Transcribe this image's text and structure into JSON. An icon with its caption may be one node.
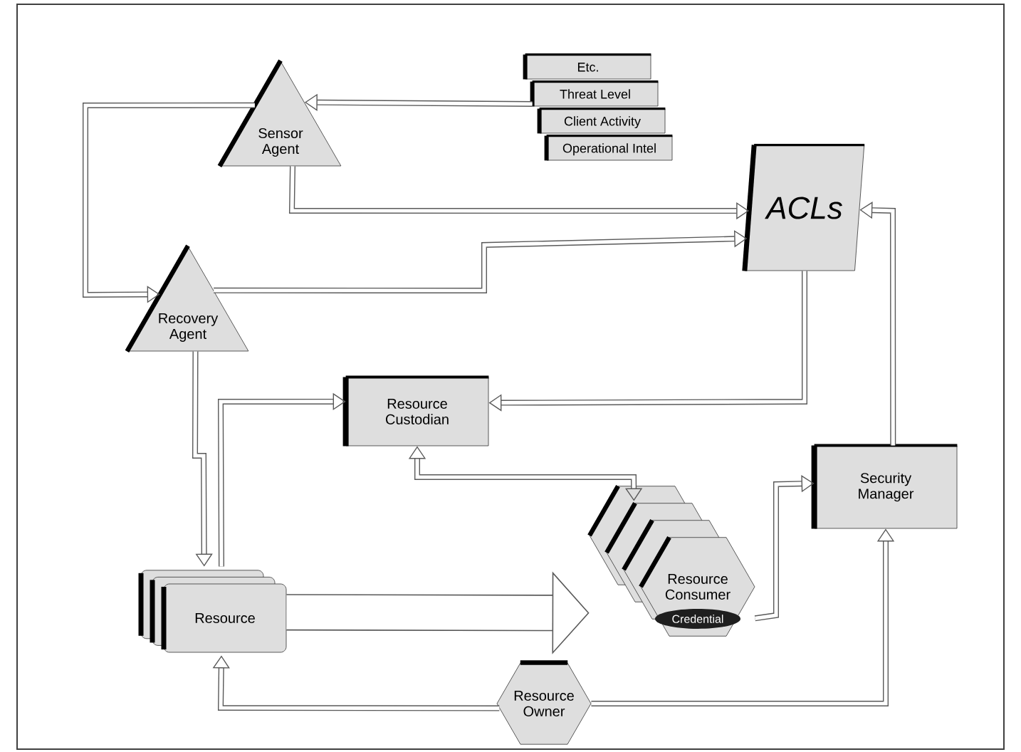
{
  "diagram": {
    "nodes": [
      {
        "text": [
          "Sensor Agent"
        ]
      },
      {
        "text": [
          "Etc."
        ]
      },
      {
        "text": [
          "Threat Level"
        ]
      },
      {
        "text": [
          "Client Activity"
        ]
      },
      {
        "text": [
          "Operational Intel"
        ]
      },
      {
        "text": [
          "ACLs"
        ]
      },
      {
        "text": [
          "Recovery Agent"
        ]
      },
      {
        "text": [
          "Resource Custodian"
        ]
      },
      {
        "text": [
          "Resource"
        ]
      },
      {
        "text": [
          "Resource Consumer"
        ]
      },
      {
        "text": [
          "Credential"
        ],
        "in": 9
      },
      {
        "text": [
          "Security Manager"
        ]
      },
      {
        "text": [
          "Resource Owner"
        ]
      }
    ],
    "edges": [
      {
        "from": 2,
        "to": 0,
        "arrow": "to"
      },
      {
        "from": 0,
        "to": 5,
        "arrow": "to"
      },
      {
        "from": 0,
        "to": 6,
        "arrow": "to"
      },
      {
        "from": 6,
        "to": 5,
        "arrow": "to"
      },
      {
        "from": 6,
        "to": 8,
        "arrow": "to"
      },
      {
        "from": 8,
        "to": 7,
        "arrow": "to"
      },
      {
        "from": 5,
        "to": 7,
        "arrow": "to"
      },
      {
        "from": 7,
        "to": 9,
        "arrow": "both"
      },
      {
        "from": 8,
        "to": 9,
        "arrow": "to",
        "style": "thick"
      },
      {
        "from": 9,
        "to": 11,
        "arrow": "to"
      },
      {
        "from": 11,
        "to": 5,
        "arrow": "to"
      },
      {
        "from": 12,
        "to": 8,
        "arrow": "to"
      },
      {
        "from": 12,
        "to": 11,
        "arrow": "to"
      }
    ]
  }
}
